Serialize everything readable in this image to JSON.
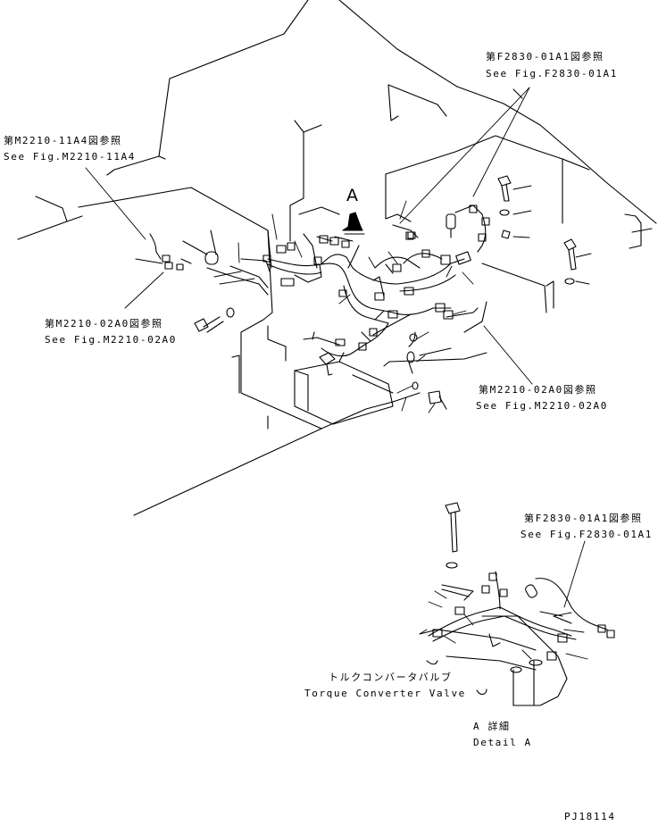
{
  "labels": {
    "f2830_top_jp": "第F2830-01A1図参照",
    "f2830_top_en": "See Fig.F2830-01A1",
    "m2210_11a4_jp": "第M2210-11A4図参照",
    "m2210_11a4_en": "See Fig.M2210-11A4",
    "m2210_02a0_left_jp": "第M2210-02A0図参照",
    "m2210_02a0_left_en": "See Fig.M2210-02A0",
    "m2210_02a0_right_jp": "第M2210-02A0図参照",
    "m2210_02a0_right_en": "See Fig.M2210-02A0",
    "f2830_bottom_jp": "第F2830-01A1図参照",
    "f2830_bottom_en": "See Fig.F2830-01A1",
    "view_letter": "A",
    "torque_jp": "トルクコンバータバルブ",
    "torque_en": "Torque Converter Valve",
    "detail_jp": "A 詳細",
    "detail_en": "Detail A",
    "drawing_code": "PJ18114"
  }
}
